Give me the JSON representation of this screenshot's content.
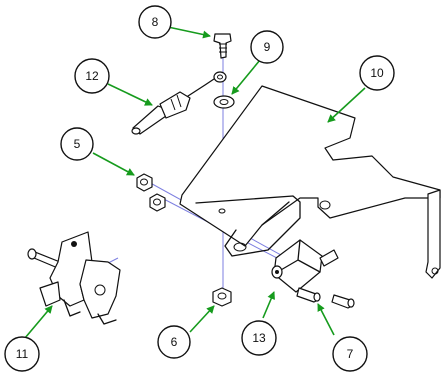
{
  "callouts": [
    {
      "number": "8"
    },
    {
      "number": "9"
    },
    {
      "number": "10"
    },
    {
      "number": "12"
    },
    {
      "number": "5"
    },
    {
      "number": "11"
    },
    {
      "number": "6"
    },
    {
      "number": "13"
    },
    {
      "number": "7"
    }
  ],
  "colors": {
    "leader_arrow": "#169b1d",
    "axis_line": "#7d7fe0",
    "outline": "#111111"
  }
}
